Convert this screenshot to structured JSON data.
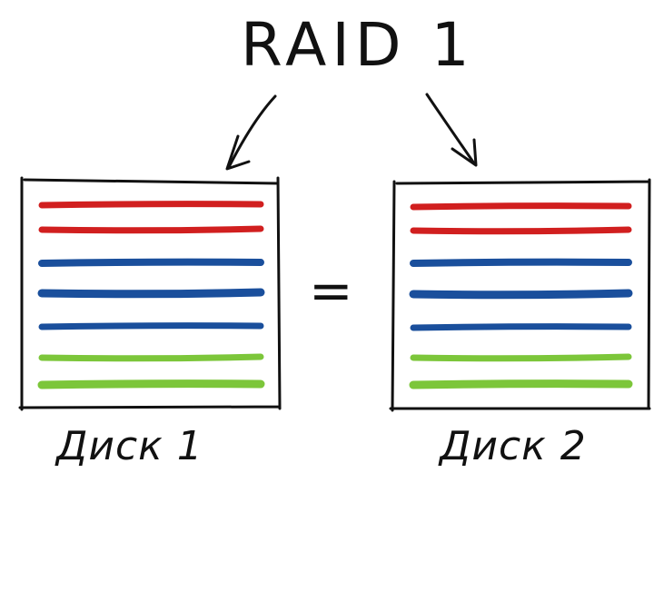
{
  "title": "RAID 1",
  "equals_sign": "=",
  "disks": [
    {
      "label": "Диск 1",
      "stripes": [
        {
          "color": "#d11f1f"
        },
        {
          "color": "#d11f1f"
        },
        {
          "color": "#1a4f9c"
        },
        {
          "color": "#1a4f9c"
        },
        {
          "color": "#1a4f9c"
        },
        {
          "color": "#7cc63a"
        },
        {
          "color": "#7cc63a"
        }
      ]
    },
    {
      "label": "Диск 2",
      "stripes": [
        {
          "color": "#d11f1f"
        },
        {
          "color": "#d11f1f"
        },
        {
          "color": "#1a4f9c"
        },
        {
          "color": "#1a4f9c"
        },
        {
          "color": "#1a4f9c"
        },
        {
          "color": "#7cc63a"
        },
        {
          "color": "#7cc63a"
        }
      ]
    }
  ],
  "colors": {
    "ink": "#111111",
    "red": "#d11f1f",
    "blue": "#1a4f9c",
    "green": "#7cc63a",
    "background": "#ffffff"
  }
}
